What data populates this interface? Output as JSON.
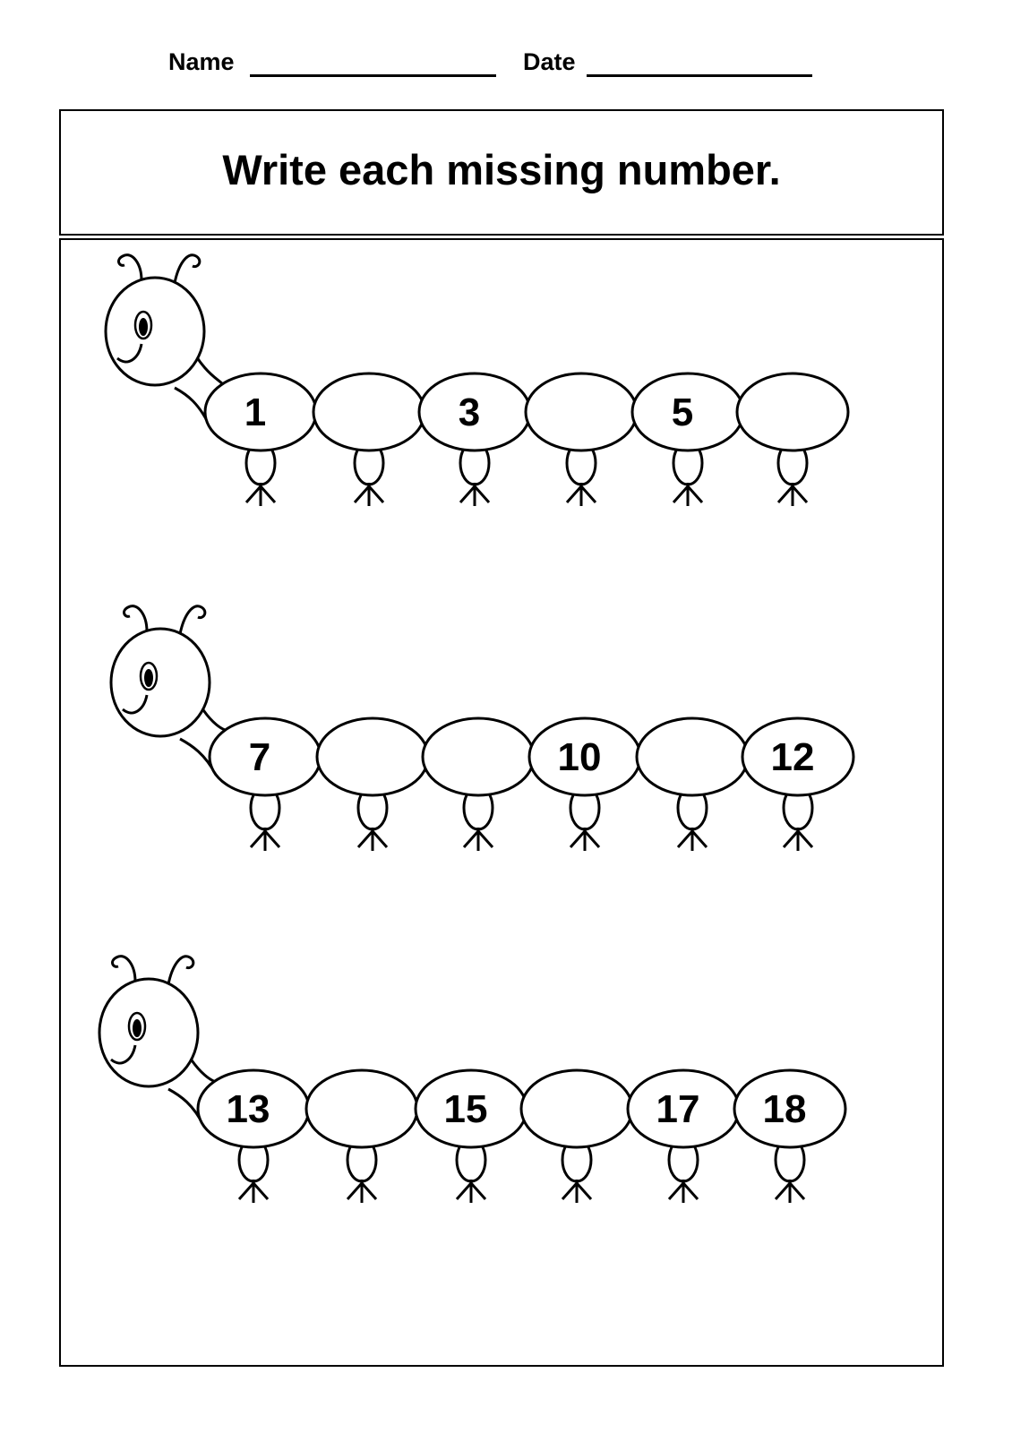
{
  "header": {
    "name_label": "Name",
    "date_label": "Date"
  },
  "title": "Write each missing number.",
  "caterpillars": [
    {
      "segments": [
        "1",
        "",
        "3",
        "",
        "5",
        ""
      ]
    },
    {
      "segments": [
        "7",
        "",
        "",
        "10",
        "",
        "12"
      ]
    },
    {
      "segments": [
        "13",
        "",
        "15",
        "",
        "17",
        "18"
      ]
    }
  ]
}
